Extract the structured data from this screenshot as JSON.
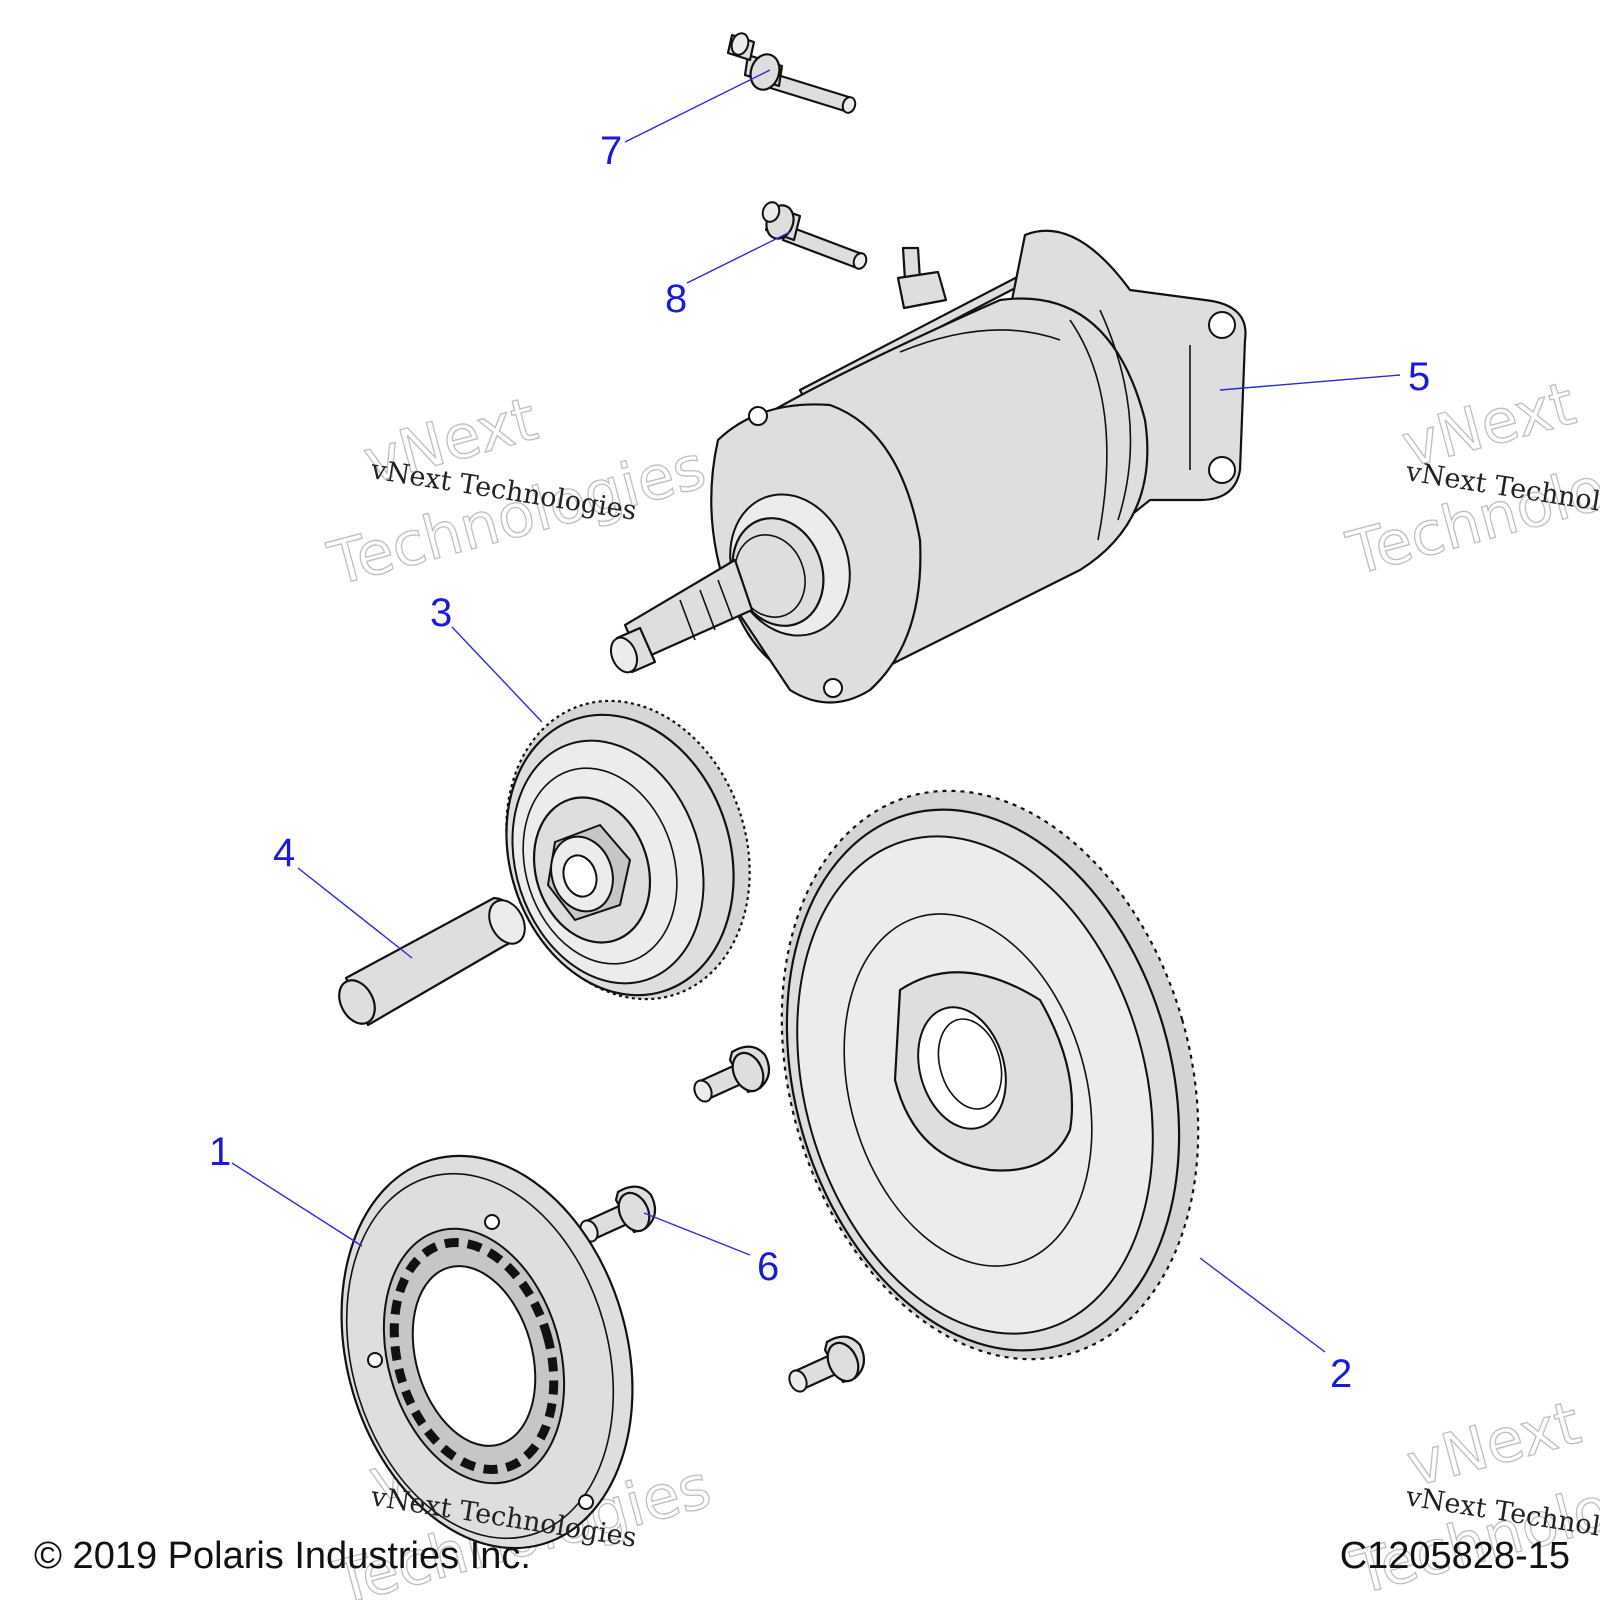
{
  "callouts": {
    "c1": "1",
    "c2": "2",
    "c3": "3",
    "c4": "4",
    "c5": "5",
    "c6": "6",
    "c7": "7",
    "c8": "8"
  },
  "watermark": {
    "line_a": "vNext Technologies",
    "outline_top": "vNext",
    "outline_bottom": "Technologies"
  },
  "footer": {
    "copyright": "© 2019 Polaris Industries Inc.",
    "drawing_id": "C1205828-15"
  },
  "colors": {
    "callout": "#1a1ad8",
    "leader": "#2b2bd6",
    "part_fill": "#dedede"
  }
}
